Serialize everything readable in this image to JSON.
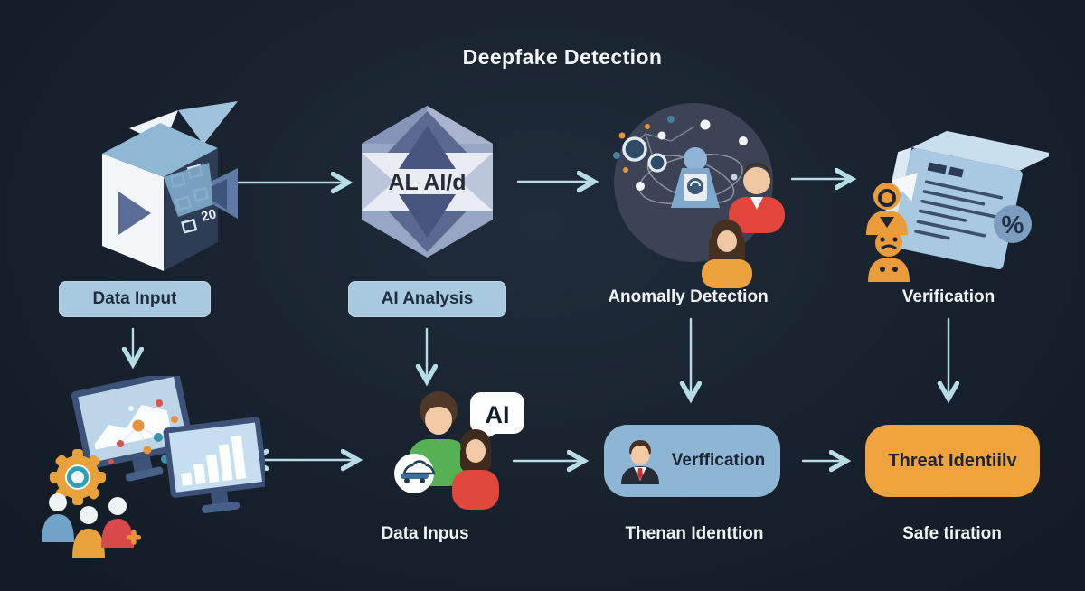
{
  "title": "Deepfake Detection",
  "colors": {
    "background": "#18222e",
    "arrow": "#b7dde4",
    "label_button_bg": "#a9c9de",
    "label_button_text": "#1e2d3f",
    "verification_box_bg": "#8cb6d4",
    "threat_box_bg": "#f0a23c",
    "label_text": "#eef3f6",
    "anomaly_circle_bg": "#3c4354",
    "accent_orange": "#e8a23c",
    "accent_red": "#d9484a",
    "accent_green": "#56b054",
    "accent_steel_blue": "#7fa8cc"
  },
  "nodes": {
    "camera": {
      "film_text": "20"
    },
    "data_input": {
      "label": "Data Input"
    },
    "ai_analysis": {
      "label": "AI Analysis",
      "hex_text": "AL AI/d"
    },
    "anomaly_detection": {
      "label": "Anomally Detection"
    },
    "verification": {
      "label": "Verification",
      "percent_glyph": "%"
    },
    "data_inputs": {
      "label": "Data Inpus",
      "bubble_text": "AI"
    },
    "human_identification": {
      "label": "Thenan Identtion",
      "button_label": "Verffication"
    },
    "threat_identify": {
      "label": "Safe tiration",
      "button_label": "Threat Identiilv"
    }
  },
  "icons": {
    "video-camera-icon": "isometric video camera box with play triangle and film strip",
    "ai-hexagon-icon": "layered geometric hexagon badge",
    "anomaly-circle-icon": "network graph with hooded figure and two person avatars",
    "verification-doc-icon": "isometric document box with badge people and percent circle",
    "monitors-icon": "two monitors with charts, gear and team avatars",
    "people-ai-icon": "two avatars with AI speech bubble and car badge",
    "suit-avatar-icon": "business person avatar with red tie",
    "arrow-icon": "thin light-blue arrow with open chevron head"
  }
}
